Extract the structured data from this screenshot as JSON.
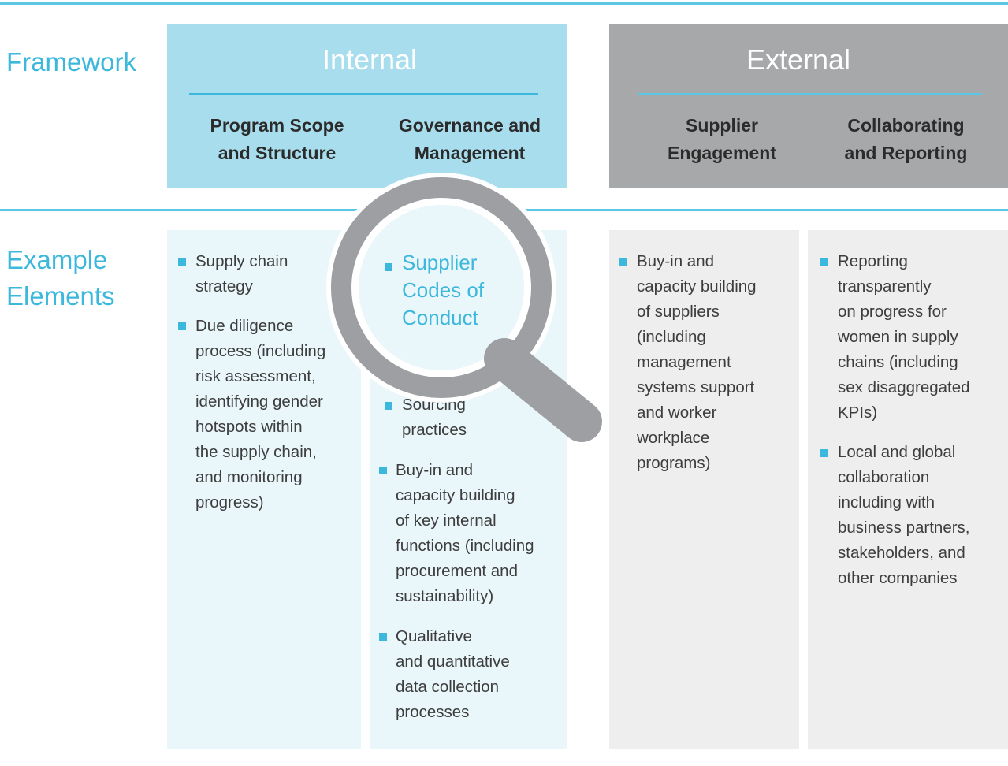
{
  "labels": {
    "framework": "Framework",
    "example_elements_line1": "Example",
    "example_elements_line2": "Elements"
  },
  "groups": {
    "internal": "Internal",
    "external": "External"
  },
  "columns": [
    {
      "head_line1": "Program Scope",
      "head_line2": "and Structure"
    },
    {
      "head_line1": "Governance and",
      "head_line2": "Management"
    },
    {
      "head_line1": "Supplier",
      "head_line2": "Engagement"
    },
    {
      "head_line1": "Collaborating",
      "head_line2": "and Reporting"
    }
  ],
  "elements": {
    "col1": [
      [
        "Supply chain",
        "strategy"
      ],
      [
        "Due diligence",
        "process (including",
        "risk assessment,",
        "identifying gender",
        "hotspots within",
        "the supply chain,",
        "and monitoring",
        "progress)"
      ]
    ],
    "col2_featured": [
      "Supplier",
      "Codes of",
      "Conduct"
    ],
    "col2": [
      [
        "Sourcing",
        "practices"
      ],
      [
        "Buy-in and",
        "capacity building",
        "of key internal",
        "functions (including",
        "procurement and",
        "sustainability)"
      ],
      [
        "Qualitative",
        "and quantitative",
        "data collection",
        "processes"
      ]
    ],
    "col3": [
      [
        "Buy-in and",
        "capacity building",
        "of suppliers",
        "(including",
        "management",
        "systems support",
        "and worker",
        "workplace",
        "programs)"
      ]
    ],
    "col4": [
      [
        "Reporting",
        "transparently",
        "on progress for",
        "women in supply",
        "chains (including",
        "sex disaggregated",
        "KPIs)"
      ],
      [
        "Local and global",
        "collaboration",
        "including with",
        "business partners,",
        "stakeholders, and",
        "other companies"
      ]
    ]
  },
  "colors": {
    "accent_blue": "#3cb8dd",
    "internal_fill": "#a8ddee",
    "external_fill": "#a7a8aa",
    "magnifier_gray": "#9d9fa2"
  },
  "icons": {
    "magnifier": "magnifying-glass-icon",
    "bullet": "square-bullet-icon"
  }
}
